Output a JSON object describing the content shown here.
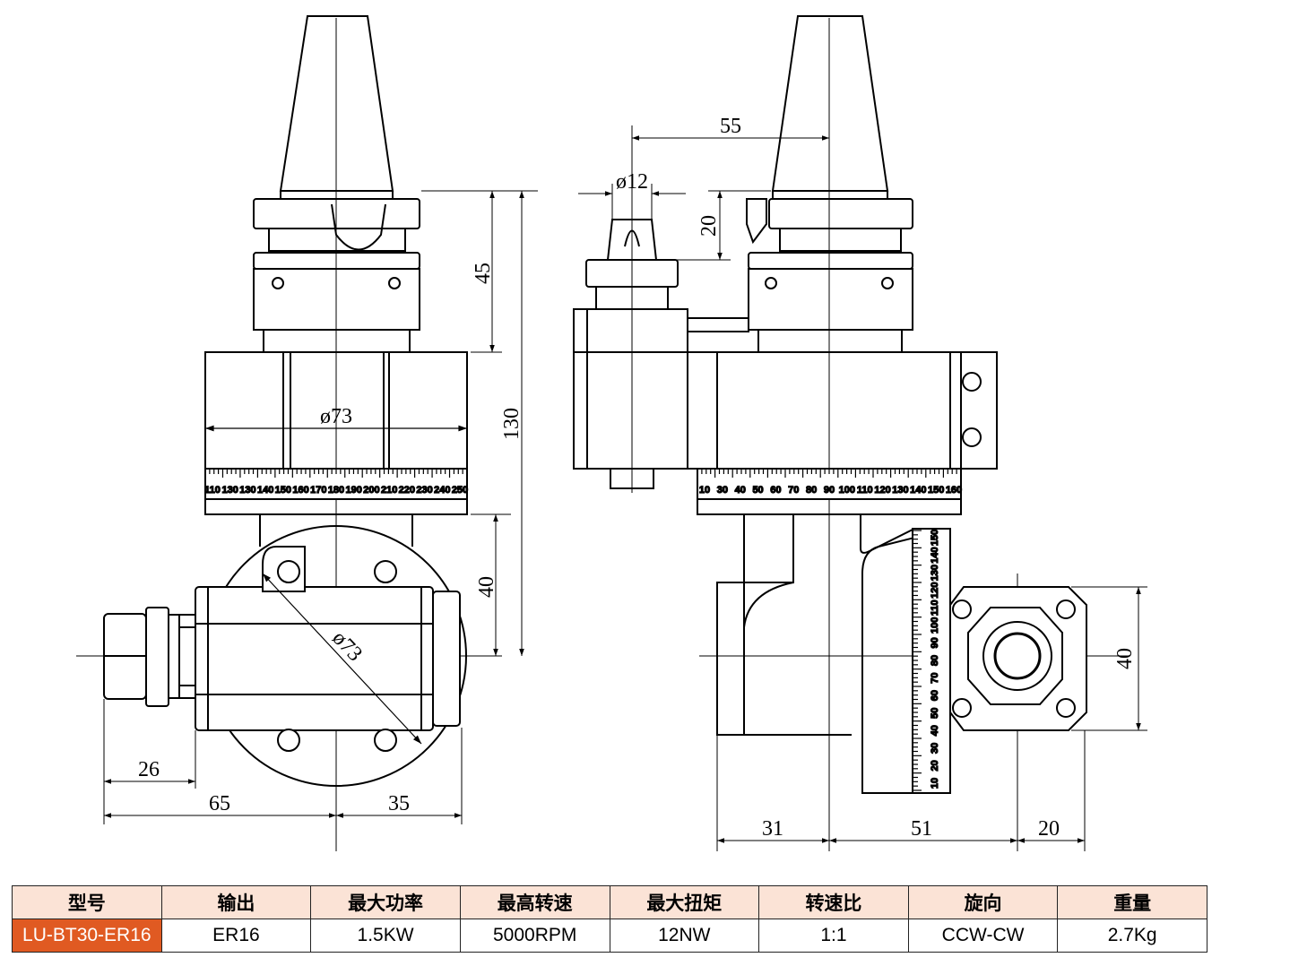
{
  "dimensions": {
    "left_view": {
      "height_45": "45",
      "height_130": "130",
      "height_40": "40",
      "dia_73_a": "ø73",
      "dia_73_b": "ø73",
      "width_26": "26",
      "width_65": "65",
      "width_35": "35"
    },
    "right_view": {
      "width_55": "55",
      "dia_12": "ø12",
      "height_20": "20",
      "height_40": "40",
      "width_31": "31",
      "width_51": "51",
      "width_20": "20"
    }
  },
  "scales": {
    "left_dial": [
      "110",
      "130",
      "130",
      "140",
      "150",
      "160",
      "170",
      "180",
      "190",
      "200",
      "210",
      "220",
      "230",
      "240",
      "250"
    ],
    "right_dial": [
      "10",
      "30",
      "40",
      "50",
      "60",
      "70",
      "80",
      "90",
      "100",
      "110",
      "120",
      "130",
      "140",
      "150",
      "160"
    ],
    "vertical_dial": [
      "150",
      "140",
      "130",
      "120",
      "110",
      "100",
      "90",
      "80",
      "70",
      "60",
      "50",
      "40",
      "30",
      "20",
      "10"
    ]
  },
  "table": {
    "headers": [
      "型号",
      "输出",
      "最大功率",
      "最高转速",
      "最大扭矩",
      "转速比",
      "旋向",
      "重量"
    ],
    "row": [
      "LU-BT30-ER16",
      "ER16",
      "1.5KW",
      "5000RPM",
      "12NW",
      "1:1",
      "CCW-CW",
      "2.7Kg"
    ]
  },
  "colors": {
    "model_cell": "#e05a22",
    "header_bg": "#fbe3d6",
    "line": "#000000"
  }
}
